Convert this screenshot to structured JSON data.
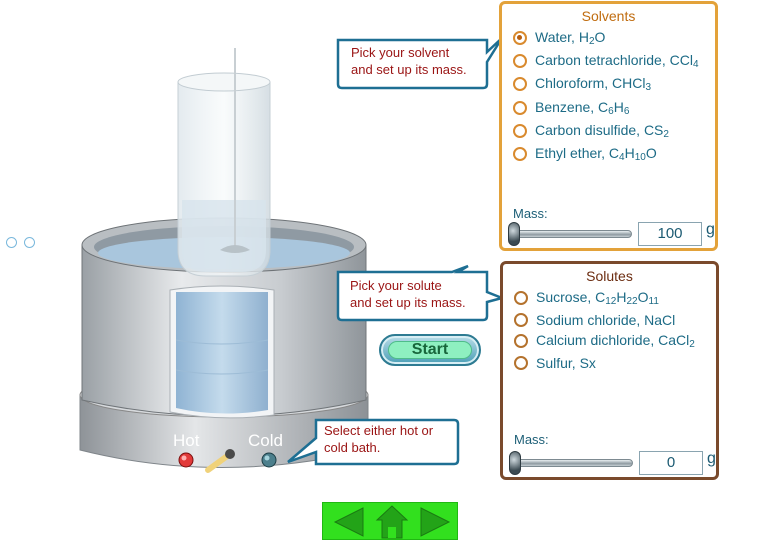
{
  "apparatus": {
    "hot_label": "Hot",
    "cold_label": "Cold"
  },
  "callouts": {
    "solvent_line1": "Pick your solvent",
    "solvent_line2": "and set up its mass.",
    "solute_line1": "Pick your solute",
    "solute_line2": "and set up its mass.",
    "bath_line1": "Select either hot  or",
    "bath_line2": "cold bath."
  },
  "start": {
    "label": "Start"
  },
  "solvents": {
    "title": "Solvents",
    "selected_index": 0,
    "options": [
      {
        "name": "Water, H",
        "formula_parts": [
          [
            "H",
            ""
          ],
          [
            "2",
            "sub"
          ],
          [
            "O",
            ""
          ]
        ],
        "text": "Water, H2O"
      },
      {
        "text": "Carbon tetrachloride, CCl4"
      },
      {
        "text": "Chloroform, CHCl3"
      },
      {
        "text": "Benzene, C6H6"
      },
      {
        "text": "Carbon disulfide, CS2"
      },
      {
        "text": "Ethyl ether, C4H10O"
      }
    ],
    "mass_label": "Mass:",
    "mass_value": "100",
    "mass_unit": "g",
    "slider_level": 0
  },
  "solutes": {
    "title": "Solutes",
    "selected_index": -1,
    "options": [
      {
        "text": "Sucrose, C12H22O11"
      },
      {
        "text": "Sodium chloride, NaCl"
      },
      {
        "text": "Calcium dichloride, CaCl2"
      },
      {
        "text": "Sulfur, Sx"
      }
    ],
    "mass_label": "Mass:",
    "mass_value": "0",
    "mass_unit": "g",
    "slider_level": 0
  },
  "nav": {
    "icons": [
      "back-arrow-icon",
      "home-icon",
      "forward-arrow-icon"
    ]
  },
  "colors": {
    "solvent_border": "#e3a23a",
    "solute_border": "#7a4a2c",
    "option_text": "#1d6b86",
    "callout_text": "#9a1414",
    "nav_green": "#32e01e"
  }
}
